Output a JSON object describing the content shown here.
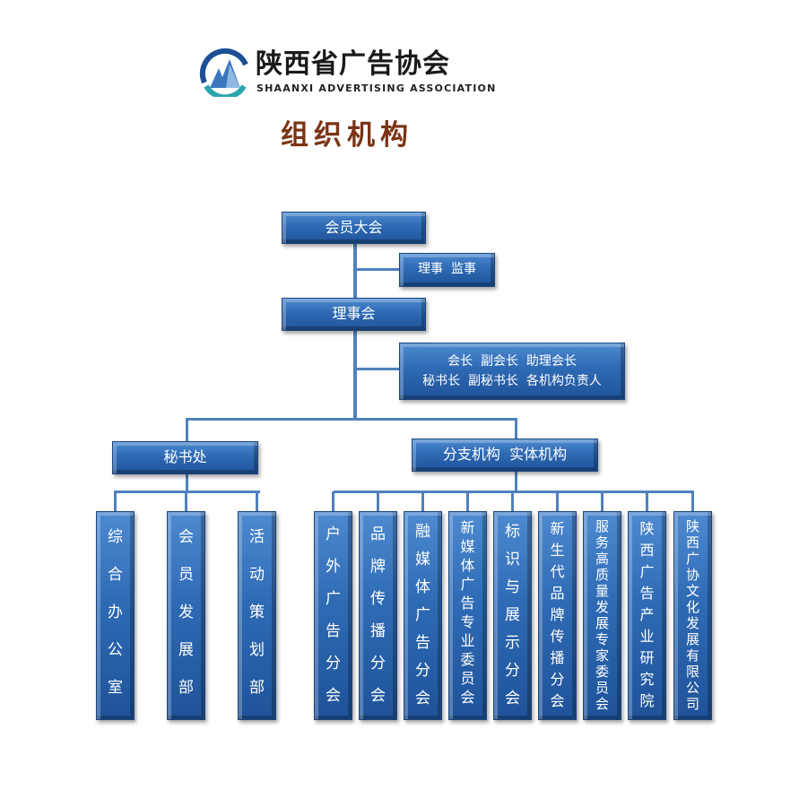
{
  "logo": {
    "name_cn": "陕西省广告协会",
    "name_en": "SHAANXI ADVERTISING ASSOCIATION"
  },
  "title": "组织机构",
  "colors": {
    "box": "#2e6ab4",
    "line": "#4f81bd",
    "title": "#7a3414"
  },
  "nodes": {
    "general_assembly": "会员大会",
    "directors_supervisors": "理事  监事",
    "council": "理事会",
    "leaders_line1": "会长  副会长  助理会长",
    "leaders_line2": "秘书长  副秘书长  各机构负责人",
    "secretariat": "秘书处",
    "branches": "分支机构  实体机构"
  },
  "secretariat_depts": [
    "综合办公室",
    "会员发展部",
    "活动策划部"
  ],
  "branch_units": [
    "户外广告分会",
    "品牌传播分会",
    "融媒体广告分会",
    "新媒体广告专业委员会",
    "标识与展示分会",
    "新生代品牌传播分会",
    "服务高质量发展专家委员会",
    "陕西广告产业研究院",
    "陕西广协文化发展有限公司"
  ]
}
